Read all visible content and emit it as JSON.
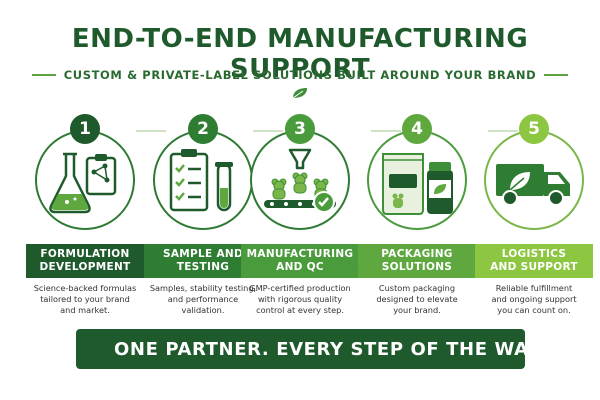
{
  "title": "END-TO-END MANUFACTURING SUPPORT",
  "subtitle": "CUSTOM & PRIVATE-LABEL SOLUTIONS BUILT AROUND YOUR BRAND",
  "colors": {
    "dark_green": "#1e5a2c",
    "mid_green": "#2f7d32",
    "green": "#4a9b3c",
    "light_green": "#7ab648",
    "lime": "#8dc641"
  },
  "steps": [
    {
      "number": "1",
      "icon": "flask-and-clipboard-icon",
      "label": "FORMULATION\nDEVELOPMENT",
      "description": "Science-backed formulas\ntailored to your brand\nand market.",
      "color": "#1e5a2c"
    },
    {
      "number": "2",
      "icon": "checklist-and-test-tube-icon",
      "label": "SAMPLE AND\nTESTING",
      "description": "Samples, stability testing,\nand performance\nvalidation.",
      "color": "#2f7d32"
    },
    {
      "number": "3",
      "icon": "gummy-production-line-icon",
      "label": "MANUFACTURING\nAND QC",
      "description": "GMP-certified production\nwith rigorous quality\ncontrol at every step.",
      "color": "#4a9b3c"
    },
    {
      "number": "4",
      "icon": "pouch-and-bottle-icon",
      "label": "PACKAGING\nSOLUTIONS",
      "description": "Custom packaging\ndesigned to elevate\nyour brand.",
      "color": "#5ea83f"
    },
    {
      "number": "5",
      "icon": "delivery-truck-icon",
      "label": "LOGISTICS\nAND SUPPORT",
      "description": "Reliable fulfillment\nand ongoing support\nyou can count on.",
      "color": "#8dc641"
    }
  ],
  "footer": {
    "text": "ONE PARTNER. EVERY STEP OF THE WAY.",
    "icon": "shield-check-icon"
  }
}
